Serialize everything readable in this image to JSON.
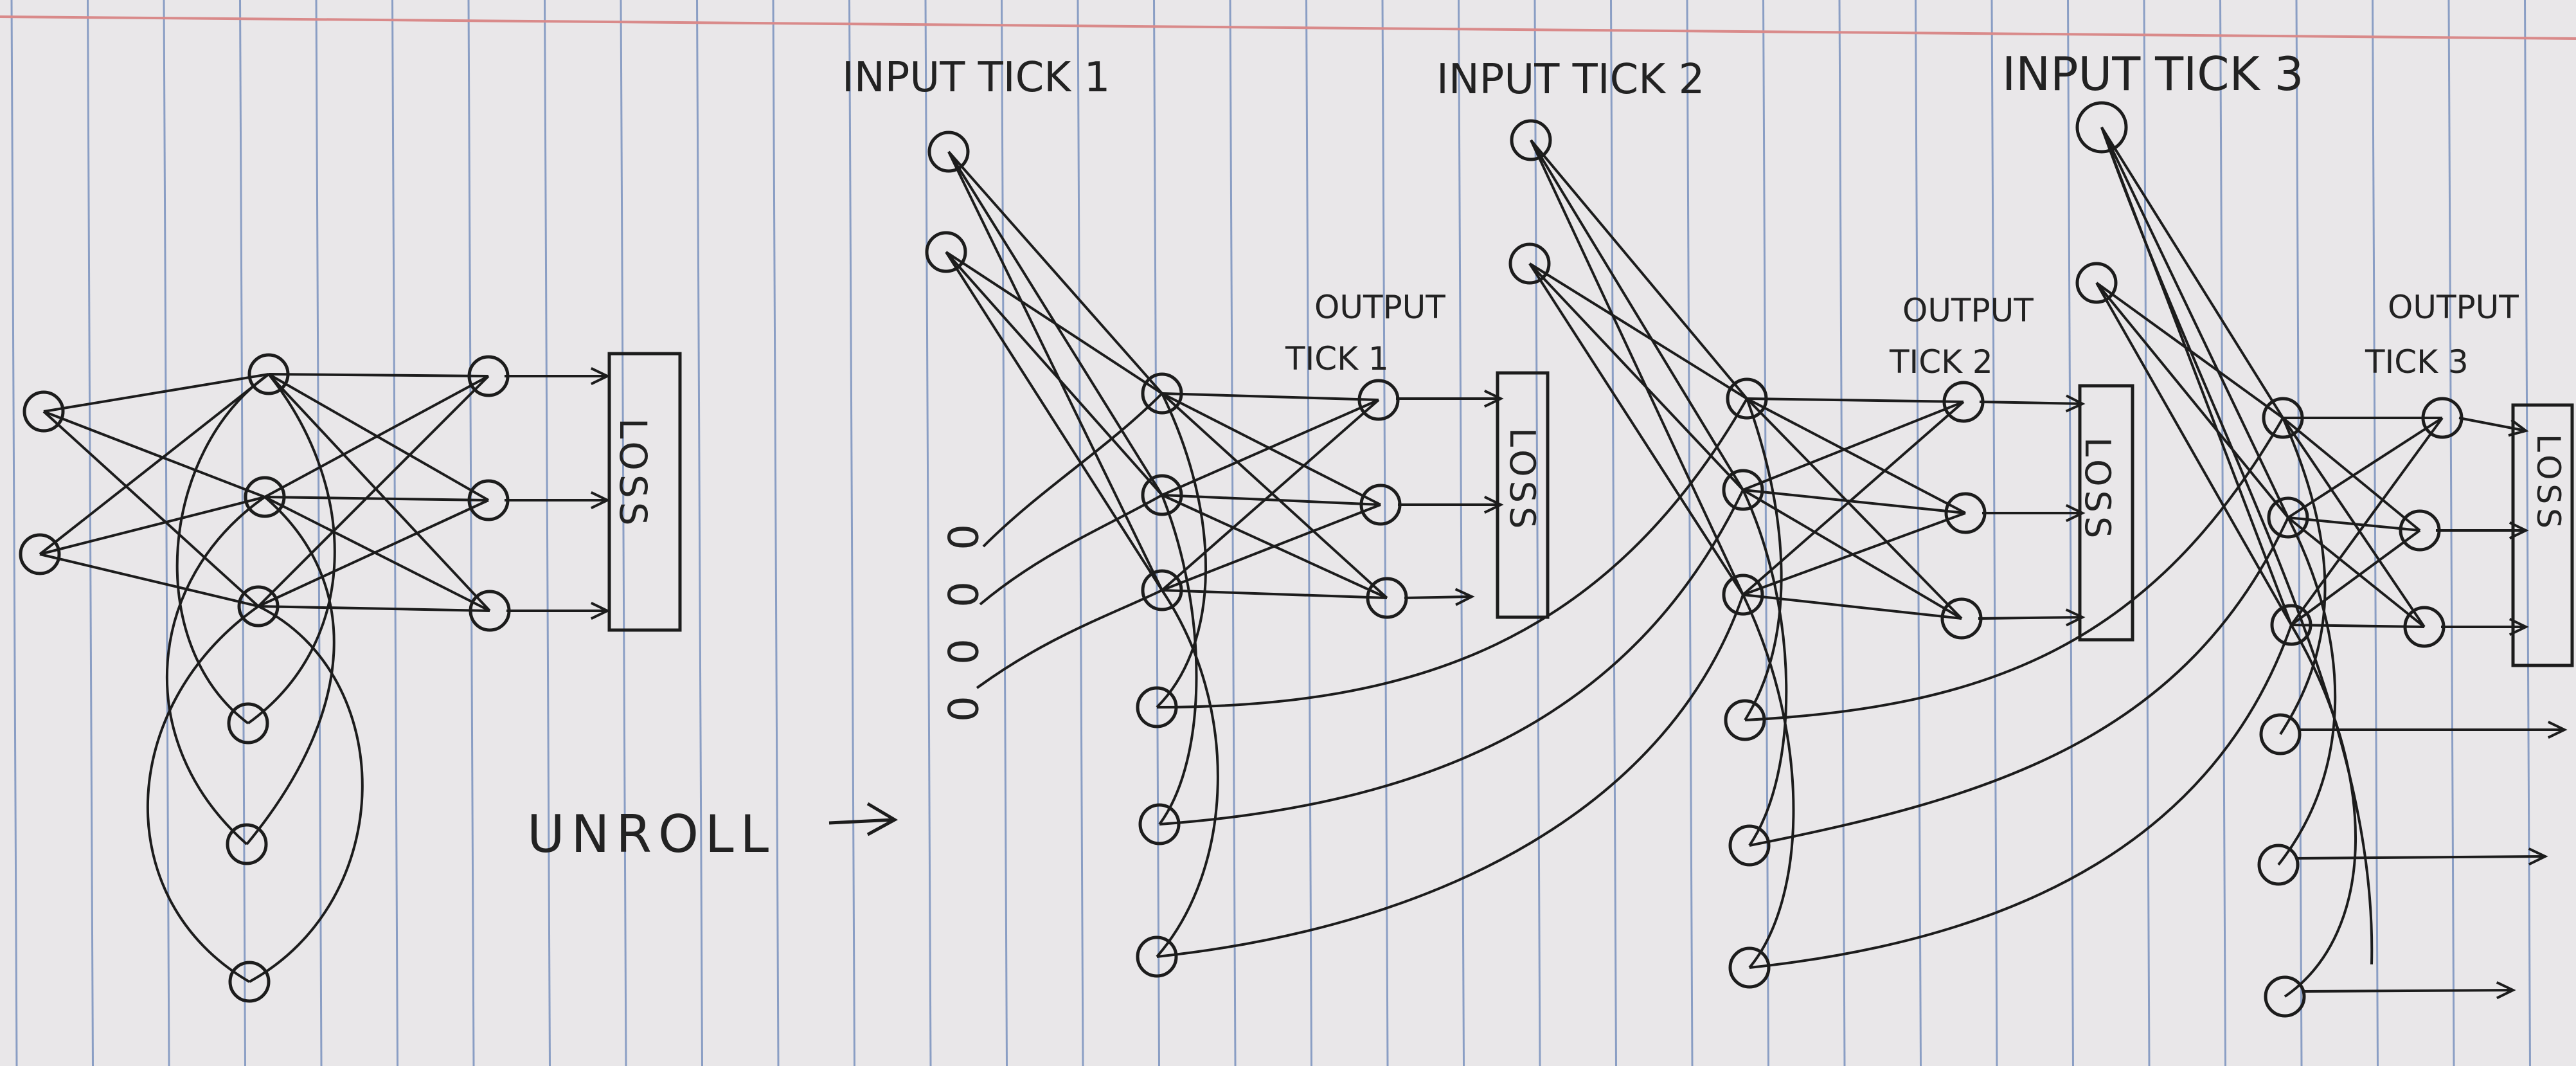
{
  "labels": {
    "input_tick_1": "INPUT TICK 1",
    "input_tick_2": "INPUT TICK 2",
    "input_tick_3": "INPUT TICK 3",
    "output_tick_1_a": "OUTPUT",
    "output_tick_1_b": "TICK 1",
    "output_tick_2_a": "OUTPUT",
    "output_tick_2_b": "TICK 2",
    "output_tick_3_a": "OUTPUT",
    "output_tick_3_b": "TICK 3",
    "loss": "LOSS",
    "unroll": "UNROLL",
    "initial_state": "0 0 0 0"
  },
  "colors": {
    "paper": "#e9e7e9",
    "rule_line": "#8a9ec4",
    "margin_line": "#d98a8a",
    "ink": "#1c1c1c"
  }
}
